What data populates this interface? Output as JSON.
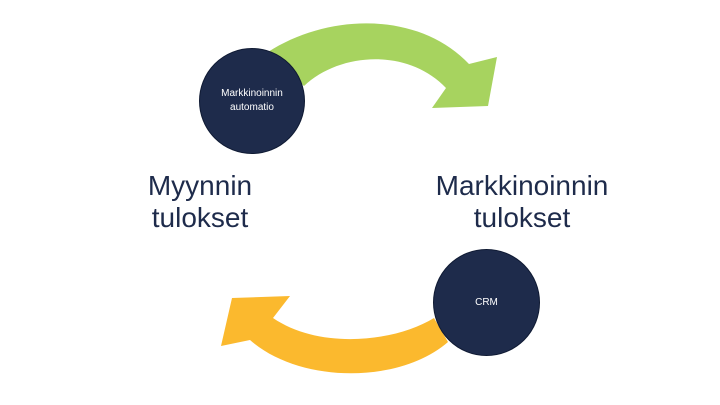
{
  "diagram": {
    "left_label": {
      "line1": "Myynnin",
      "line2": "tulokset"
    },
    "right_label": {
      "line1": "Markkinoinnin",
      "line2": "tulokset"
    },
    "top_node": {
      "line1": "Markkinoinnin",
      "line2": "automatio"
    },
    "bottom_node": {
      "line1": "CRM"
    }
  },
  "colors": {
    "node_fill": "#1e2b4b",
    "label_text": "#1e2b4b",
    "top_arrow": "#a7d35f",
    "bottom_arrow": "#fbb92e"
  }
}
